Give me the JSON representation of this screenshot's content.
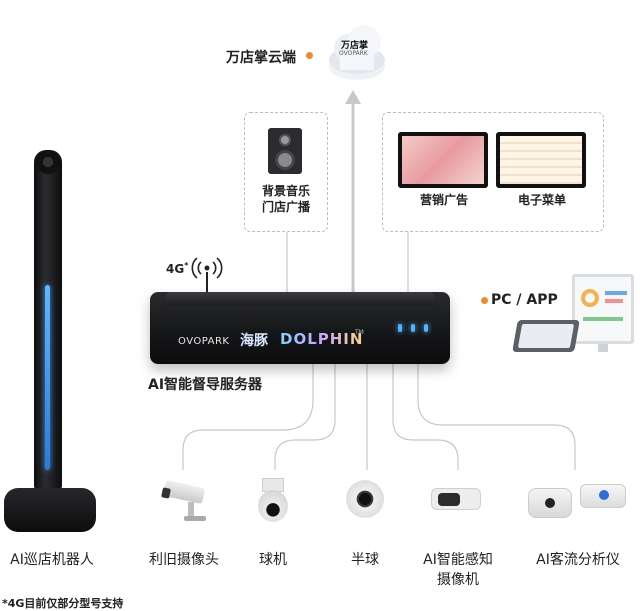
{
  "cloud": {
    "label": "万店掌云端",
    "logo_text": "万店掌",
    "logo_sub": "OVOPARK"
  },
  "audio": {
    "line1": "背景音乐",
    "line2": "门店广播"
  },
  "screens": {
    "marketing": "营销广告",
    "menu": "电子菜单"
  },
  "signal": {
    "label": "4G",
    "sup": "*"
  },
  "router": {
    "brand": "OVOPARK",
    "name_cn": "海豚",
    "name_en": "DOLPHIN",
    "tm": "TM",
    "caption": "AI智能督导服务器"
  },
  "pc": {
    "label": "PC / APP"
  },
  "devices": [
    {
      "label": "AI巡店机器人"
    },
    {
      "label": "利旧摄像头"
    },
    {
      "label": "球机"
    },
    {
      "label": "半球"
    },
    {
      "label": "AI智能感知\n摄像机",
      "line1": "AI智能感知",
      "line2": "摄像机"
    },
    {
      "label": "AI客流分析仪"
    }
  ],
  "footnote": "*4G目前仅部分型号支持",
  "colors": {
    "accent": "#f28a2a",
    "led": "#4fb3ff",
    "line": "#c8c8c8"
  }
}
